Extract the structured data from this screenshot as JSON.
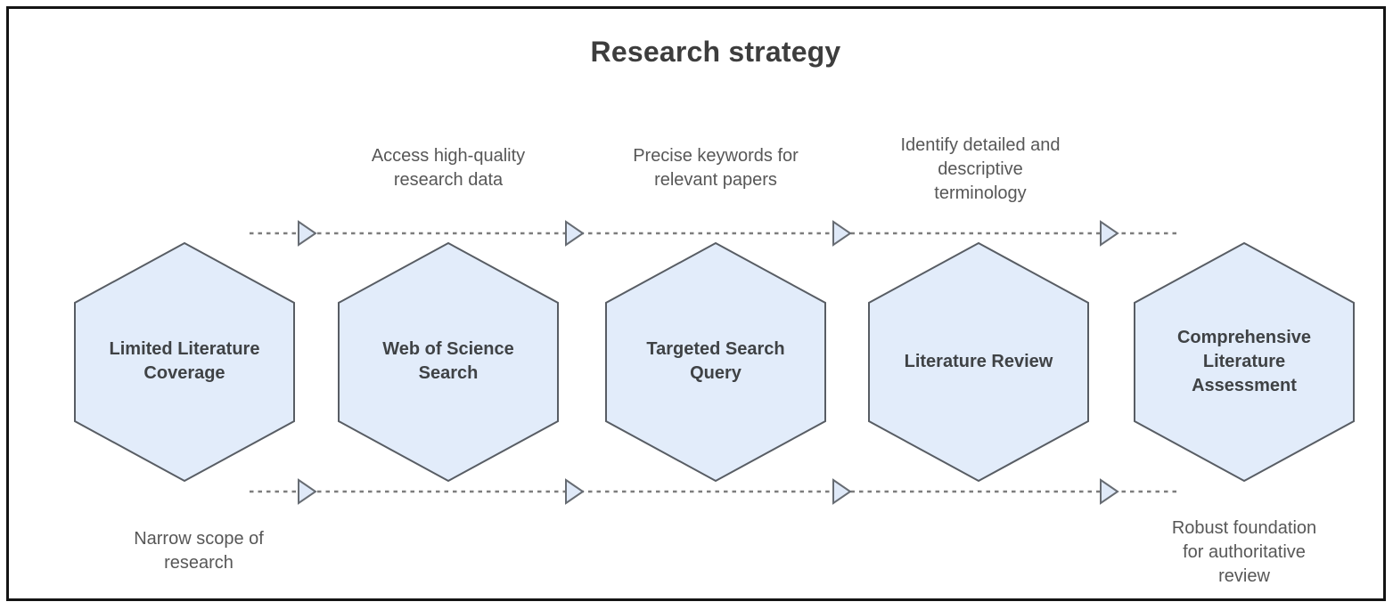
{
  "diagram": {
    "title": "Research strategy",
    "type": "hexagon-process-flow",
    "steps": [
      {
        "label": "Limited Literature\nCoverage",
        "label_plain": "Limited Literature Coverage",
        "caption": "Narrow scope of\nresearch",
        "caption_plain": "Narrow scope of research",
        "caption_position": "below"
      },
      {
        "label": "Web of Science\nSearch",
        "label_plain": "Web of Science Search",
        "caption": "Access high-quality\nresearch data",
        "caption_plain": "Access high-quality research data",
        "caption_position": "above"
      },
      {
        "label": "Targeted Search\nQuery",
        "label_plain": "Targeted Search Query",
        "caption": "Precise keywords for\nrelevant papers",
        "caption_plain": "Precise keywords for relevant papers",
        "caption_position": "above"
      },
      {
        "label": "Literature Review",
        "label_plain": "Literature Review",
        "caption": "Identify detailed and\ndescriptive\nterminology",
        "caption_plain": "Identify detailed and descriptive terminology",
        "caption_position": "above"
      },
      {
        "label": "Comprehensive\nLiterature\nAssessment",
        "label_plain": "Comprehensive Literature Assessment",
        "caption": "Robust foundation\nfor authoritative\nreview",
        "caption_plain": "Robust foundation for authoritative review",
        "caption_position": "below"
      }
    ],
    "connectors": {
      "style": "dashed",
      "direction": "right",
      "rows": [
        "top",
        "bottom"
      ],
      "arrowheads_per_row": 4
    },
    "colors": {
      "hexagon_fill": "#e2ecfa",
      "hexagon_stroke": "#585d64",
      "dash_line": "#7d7d7d",
      "arrowhead_fill": "#dfe9f8",
      "arrowhead_stroke": "#676c73",
      "title_text": "#3d3d3d",
      "hexagon_label_text": "#3f4245",
      "caption_text": "#575757",
      "frame_border": "#141414",
      "background": "#ffffff"
    }
  }
}
